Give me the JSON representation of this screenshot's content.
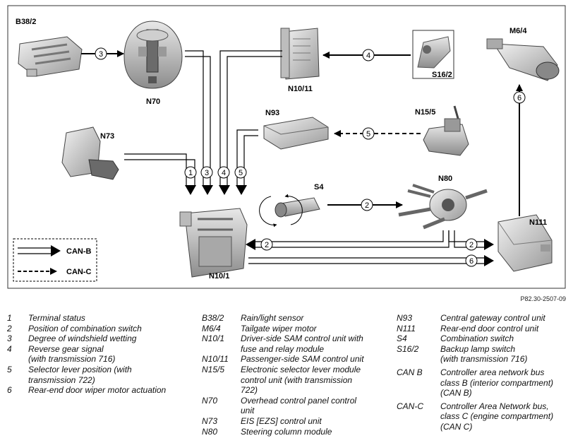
{
  "diagram": {
    "components": {
      "B38_2": "B38/2",
      "N70": "N70",
      "N10_11": "N10/11",
      "S16_2": "S16/2",
      "M6_4": "M6/4",
      "N93": "N93",
      "N15_5": "N15/5",
      "N73": "N73",
      "S4": "S4",
      "N80": "N80",
      "N111": "N111",
      "N10_1": "N10/1"
    },
    "signals": [
      "1",
      "2",
      "3",
      "4",
      "5",
      "6"
    ],
    "bus_legend": {
      "can_b": "CAN-B",
      "can_c": "CAN-C"
    },
    "ref": "P82.30-2507-09"
  },
  "legend": {
    "col1": [
      {
        "k": "1",
        "v": "Terminal status"
      },
      {
        "k": "2",
        "v": "Position of combination switch"
      },
      {
        "k": "3",
        "v": "Degree of windshield wetting"
      },
      {
        "k": "4",
        "v": "Reverse gear signal\n(with transmission 716)"
      },
      {
        "k": "5",
        "v": "Selector lever position (with\ntransmission 722)"
      },
      {
        "k": "6",
        "v": "Rear-end door wiper motor actuation"
      }
    ],
    "col2": [
      {
        "k": "B38/2",
        "v": "Rain/light sensor"
      },
      {
        "k": "M6/4",
        "v": "Tailgate wiper motor"
      },
      {
        "k": "N10/1",
        "v": "Driver-side SAM control unit with\nfuse and relay module"
      },
      {
        "k": "N10/11",
        "v": "Passenger-side SAM control unit"
      },
      {
        "k": "N15/5",
        "v": "Electronic selector lever module\ncontrol unit (with transmission\n722)"
      },
      {
        "k": "N70",
        "v": "Overhead control panel control\nunit"
      },
      {
        "k": "N73",
        "v": "EIS [EZS] control unit"
      },
      {
        "k": "N80",
        "v": "Steering column module"
      }
    ],
    "col3": [
      {
        "k": "N93",
        "v": "Central gateway control unit"
      },
      {
        "k": "N111",
        "v": "Rear-end door control unit"
      },
      {
        "k": "S4",
        "v": "Combination switch"
      },
      {
        "k": "S16/2",
        "v": "Backup lamp switch\n(with transmission 716)"
      },
      {
        "k": "CAN B",
        "v": "Controller area network bus\nclass B (interior compartment)\n(CAN B)"
      },
      {
        "k": "CAN-C",
        "v": "Controller Area Network bus,\nclass C (engine compartment)\n(CAN C)"
      }
    ]
  }
}
